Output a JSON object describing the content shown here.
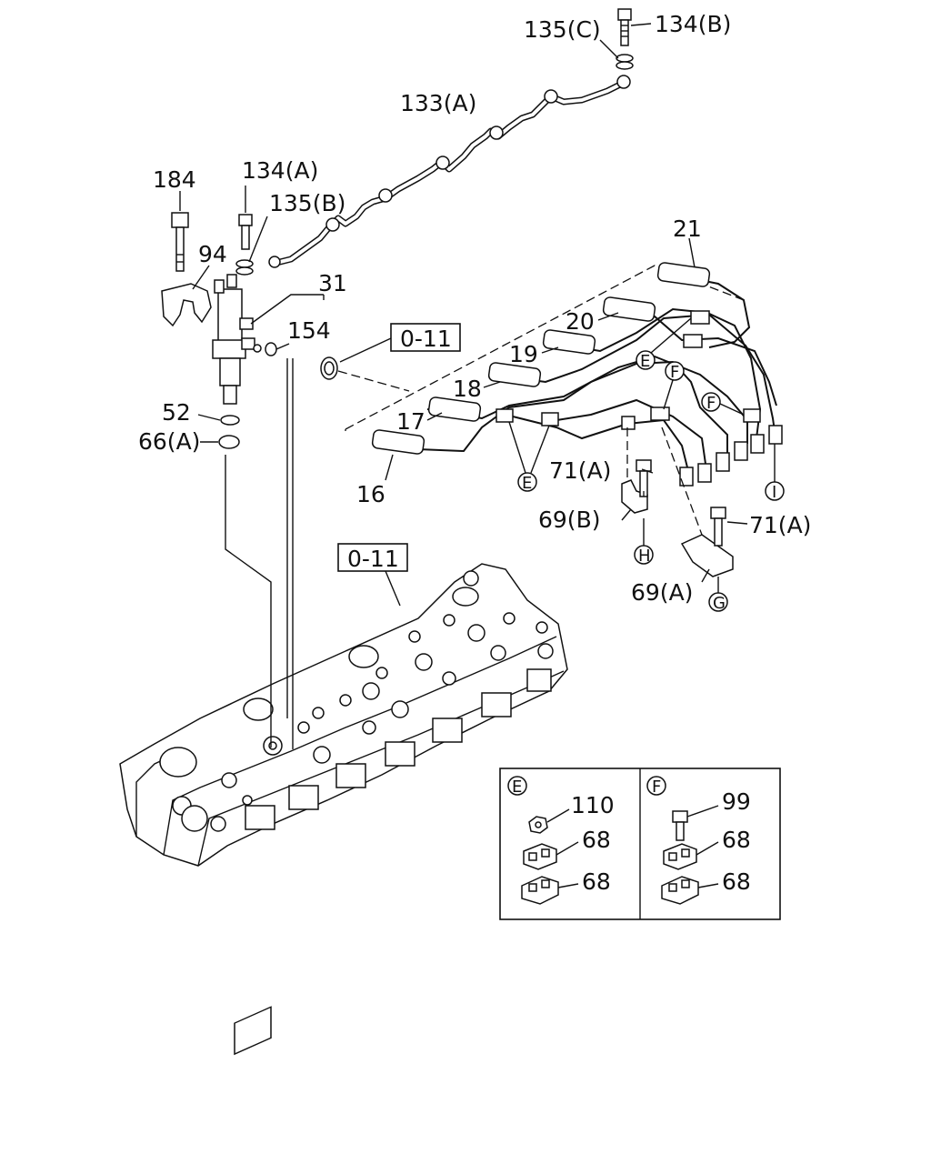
{
  "callouts": {
    "c135c": "135(C)",
    "c134b": "134(B)",
    "c133a": "133(A)",
    "c184": "184",
    "c134a": "134(A)",
    "c135b": "135(B)",
    "c94": "94",
    "c31": "31",
    "c154": "154",
    "c52": "52",
    "c66a": "66(A)",
    "c21": "21",
    "c20": "20",
    "c19": "19",
    "c18": "18",
    "c17": "17",
    "c16": "16",
    "c71a_1": "71(A)",
    "c69b": "69(B)",
    "c71a_2": "71(A)",
    "c69a": "69(A)"
  },
  "references": {
    "ref_top": "0-11",
    "ref_head": "0-11"
  },
  "markers": {
    "e1": "E",
    "e2": "E",
    "f1": "F",
    "f2": "F",
    "i": "I",
    "h": "H",
    "g": "G"
  },
  "detail_e": {
    "marker": "E",
    "part_110": "110",
    "part_68a": "68",
    "part_68b": "68"
  },
  "detail_f": {
    "marker": "F",
    "part_99": "99",
    "part_68a": "68",
    "part_68b": "68"
  }
}
